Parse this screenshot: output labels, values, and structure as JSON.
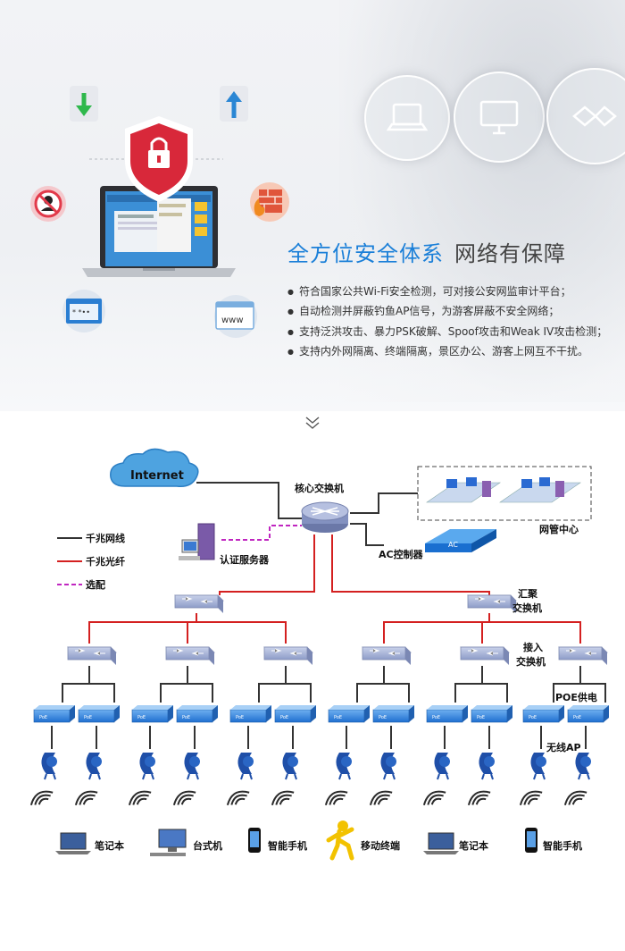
{
  "hero": {
    "heading_blue": "全方位安全体系",
    "heading_gray": "网络有保障",
    "www_label": "www",
    "bullets": [
      "符合国家公共Wi-Fi安全检测，可对接公安网监审计平台；",
      "自动检测并屏蔽钓鱼AP信号，为游客屏蔽不安全网络；",
      "支持泛洪攻击、暴力PSK破解、Spoof攻击和Weak IV攻击检测；",
      "支持内外网隔离、终端隔离，景区办公、游客上网互不干扰。"
    ]
  },
  "diagram": {
    "internet": "Internet",
    "core_switch": "核心交换机",
    "auth_server": "认证服务器",
    "ac_controller": "AC控制器",
    "ac_badge": "AC",
    "nms_center": "网管中心",
    "agg_switch_line1": "汇聚",
    "agg_switch_line2": "交换机",
    "access_switch_line1": "接入",
    "access_switch_line2": "交换机",
    "poe_power": "POE供电",
    "wireless_ap": "无线AP",
    "poe_tag": "PoE",
    "legend": {
      "gigabit_cable": "千兆网线",
      "gigabit_fiber": "千兆光纤",
      "optional": "选配"
    },
    "terminals": [
      "笔记本",
      "台式机",
      "智能手机",
      "移动终端",
      "笔记本",
      "智能手机"
    ]
  },
  "colors": {
    "accent_blue": "#1a7fd8",
    "fiber_red": "#d42020",
    "cable_black": "#333333",
    "optional_magenta": "#c026c0",
    "shield_red": "#d8283a"
  },
  "icons": [
    "download-icon",
    "upload-icon",
    "shield-lock-icon",
    "laptop-icon",
    "no-hacker-icon",
    "firewall-icon",
    "password-window-icon",
    "www-window-icon",
    "chevron-down-icon"
  ]
}
